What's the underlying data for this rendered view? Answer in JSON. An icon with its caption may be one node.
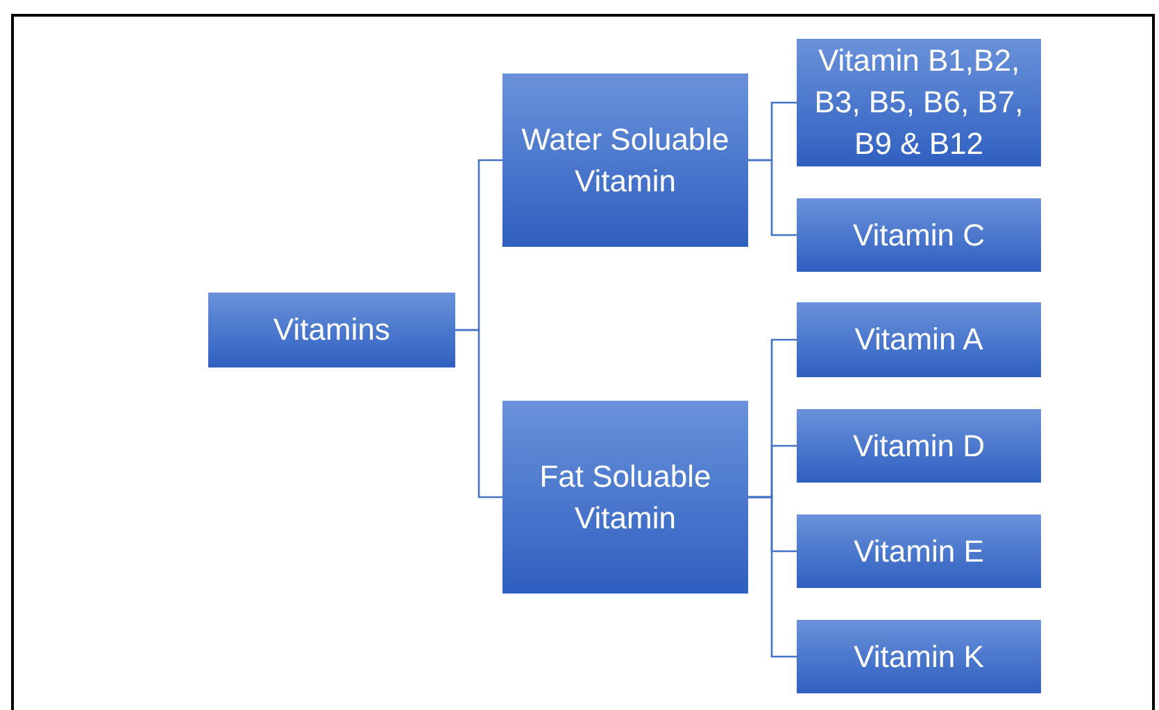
{
  "diagram": {
    "nodes": [
      {
        "text": [
          "Vitamins"
        ]
      },
      {
        "text": [
          "Water Soluable Vitamin"
        ]
      },
      {
        "text": [
          "Fat Soluable Vitamin"
        ]
      },
      {
        "text": [
          "Vitamin B1,B2, B3, B5, B6, B7, B9 & B12"
        ]
      },
      {
        "text": [
          "Vitamin C"
        ]
      },
      {
        "text": [
          "Vitamin A"
        ]
      },
      {
        "text": [
          "Vitamin D"
        ]
      },
      {
        "text": [
          "Vitamin E"
        ]
      },
      {
        "text": [
          "Vitamin K"
        ]
      }
    ],
    "edges": [
      {
        "from": 0,
        "to": 1,
        "arrow": "none"
      },
      {
        "from": 0,
        "to": 2,
        "arrow": "none"
      },
      {
        "from": 1,
        "to": 3,
        "arrow": "none"
      },
      {
        "from": 1,
        "to": 4,
        "arrow": "none"
      },
      {
        "from": 2,
        "to": 5,
        "arrow": "none"
      },
      {
        "from": 2,
        "to": 6,
        "arrow": "none"
      },
      {
        "from": 2,
        "to": 7,
        "arrow": "none"
      },
      {
        "from": 2,
        "to": 8,
        "arrow": "none"
      }
    ]
  }
}
